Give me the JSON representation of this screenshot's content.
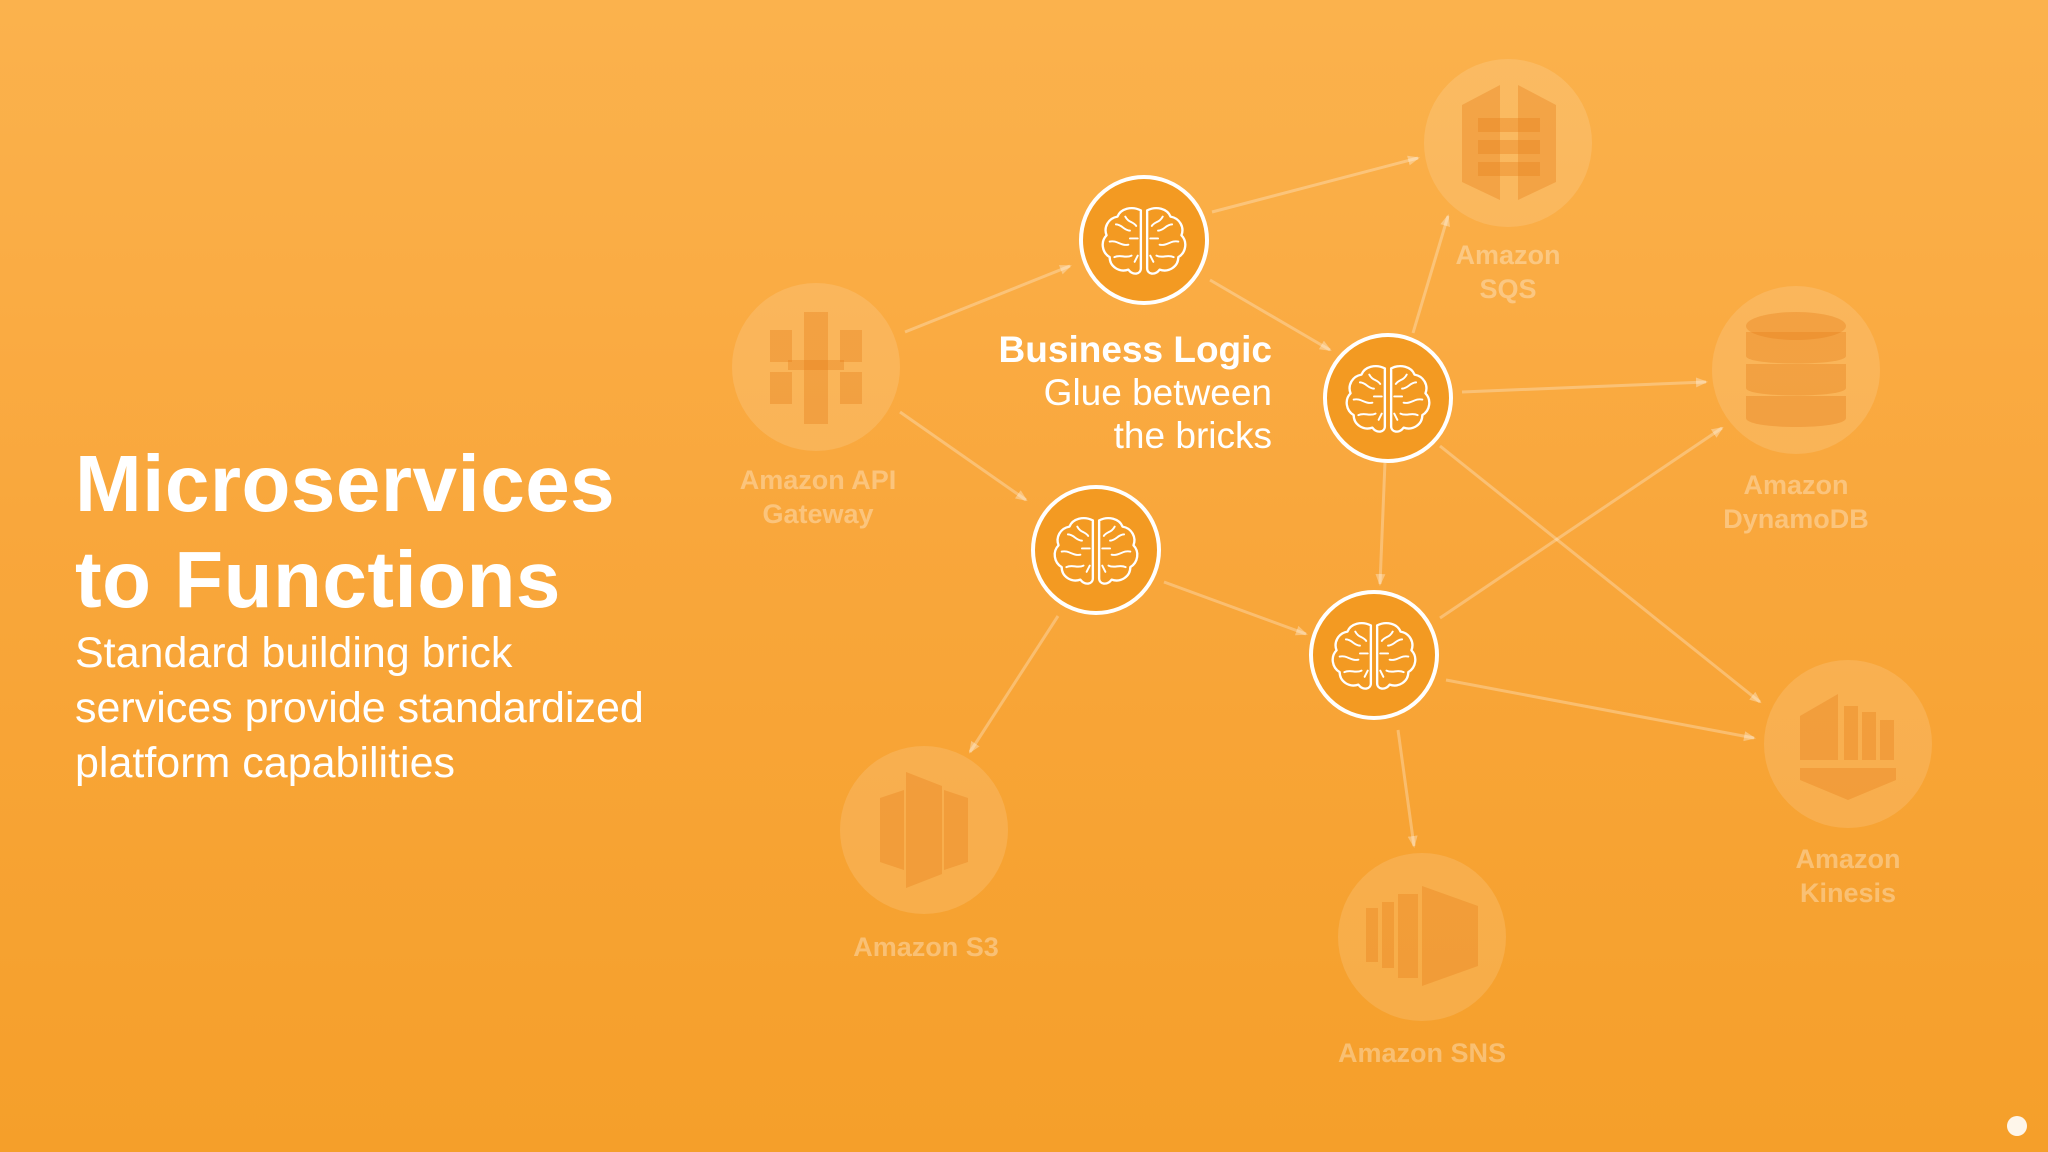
{
  "slide": {
    "title_line1": "Microservices",
    "title_line2": "to Functions",
    "subtitle_line1": "Standard building brick",
    "subtitle_line2": "services provide standardized",
    "subtitle_line3": "platform capabilities"
  },
  "callout": {
    "heading": "Business Logic",
    "line1": "Glue between",
    "line2": "the bricks"
  },
  "services": {
    "api_gateway": {
      "label_line1": "Amazon API",
      "label_line2": "Gateway",
      "icon": "api-gateway-icon"
    },
    "sqs": {
      "label_line1": "Amazon",
      "label_line2": "SQS",
      "icon": "sqs-icon"
    },
    "dynamodb": {
      "label_line1": "Amazon",
      "label_line2": "DynamoDB",
      "icon": "dynamodb-icon"
    },
    "kinesis": {
      "label_line1": "Amazon",
      "label_line2": "Kinesis",
      "icon": "kinesis-icon"
    },
    "s3": {
      "label": "Amazon S3",
      "icon": "s3-icon"
    },
    "sns": {
      "label": "Amazon SNS",
      "icon": "sns-icon"
    }
  },
  "functions": {
    "icon": "brain-icon",
    "count": 4
  },
  "colors": {
    "background": "#f9a73c",
    "function_fill": "#f39a22",
    "text": "#ffffff"
  }
}
